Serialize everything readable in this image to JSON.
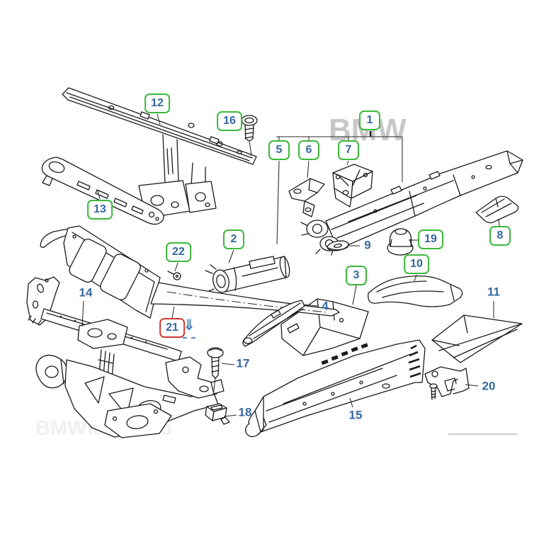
{
  "watermarks": {
    "brand": "BMW",
    "site": "BMWfans.info"
  },
  "colors": {
    "background": "#ffffff",
    "green_box_border": "#3cb83c",
    "red_box_border": "#cc3b33",
    "callout_text_blue": "#3568a0",
    "line_art": "#1b1b1b",
    "brand_watermark_gray": "#c8c8c8",
    "bottom_rule_gray": "#999999"
  },
  "callouts": {
    "n1": {
      "label": "1",
      "style": "green"
    },
    "n2": {
      "label": "2",
      "style": "green"
    },
    "n3": {
      "label": "3",
      "style": "green"
    },
    "n4": {
      "label": "4",
      "style": "plain"
    },
    "n5": {
      "label": "5",
      "style": "green"
    },
    "n6": {
      "label": "6",
      "style": "green"
    },
    "n7": {
      "label": "7",
      "style": "green"
    },
    "n8": {
      "label": "8",
      "style": "green"
    },
    "n9": {
      "label": "9",
      "style": "plain"
    },
    "n10": {
      "label": "10",
      "style": "green"
    },
    "n11": {
      "label": "11",
      "style": "plain"
    },
    "n12": {
      "label": "12",
      "style": "green"
    },
    "n13": {
      "label": "13",
      "style": "green"
    },
    "n14": {
      "label": "14",
      "style": "plain"
    },
    "n15": {
      "label": "15",
      "style": "plain"
    },
    "n16": {
      "label": "16",
      "style": "green"
    },
    "n17": {
      "label": "17",
      "style": "plain"
    },
    "n18": {
      "label": "18",
      "style": "plain"
    },
    "n19": {
      "label": "19",
      "style": "green"
    },
    "n20": {
      "label": "20",
      "style": "plain"
    },
    "n21": {
      "label": "21",
      "style": "red"
    },
    "n22": {
      "label": "22",
      "style": "green"
    }
  },
  "annotations": {
    "down_arrow": "⇓"
  }
}
